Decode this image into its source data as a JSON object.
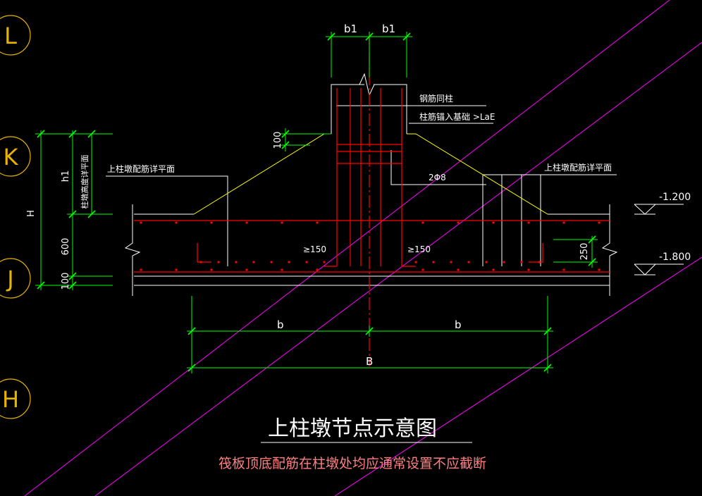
{
  "grid_axes": [
    {
      "label": "L"
    },
    {
      "label": "K"
    },
    {
      "label": "J"
    },
    {
      "label": "H"
    }
  ],
  "dimensions": {
    "b1_left": "b1",
    "b1_right": "b1",
    "b_left": "b",
    "b_right": "b",
    "B": "B",
    "H": "H",
    "h1": "h1",
    "d600": "600",
    "d100_bottom": "100",
    "d100_top": "100",
    "d250": "250"
  },
  "annotations": {
    "rebar_same_as_column": "钢筋同柱",
    "column_anchorage": "柱筋锚入基础 >LaE",
    "stirrup": "2Φ8",
    "min150_left": "≥150",
    "min150_right": "≥150",
    "pier_rebar_left": "上柱墩配筋详平面",
    "pier_rebar_right": "上柱墩配筋详平面",
    "pier_height_vertical": "柱墩高度详平面"
  },
  "elevations": {
    "top": "-1.200",
    "bottom": "-1.800"
  },
  "title": "上柱墩节点示意图",
  "note": "筏板顶底配筋在柱墩处均应通常设置不应截断",
  "colors": {
    "background": "#000000",
    "dimension": "#00ff00",
    "rebar": "#ff0000",
    "outline": "#ffffff",
    "slope": "#ffff00",
    "grid_bubble": "#e8b200",
    "magenta": "#ff00ff",
    "title": "#ffffff",
    "note": "#ff7f7f"
  }
}
